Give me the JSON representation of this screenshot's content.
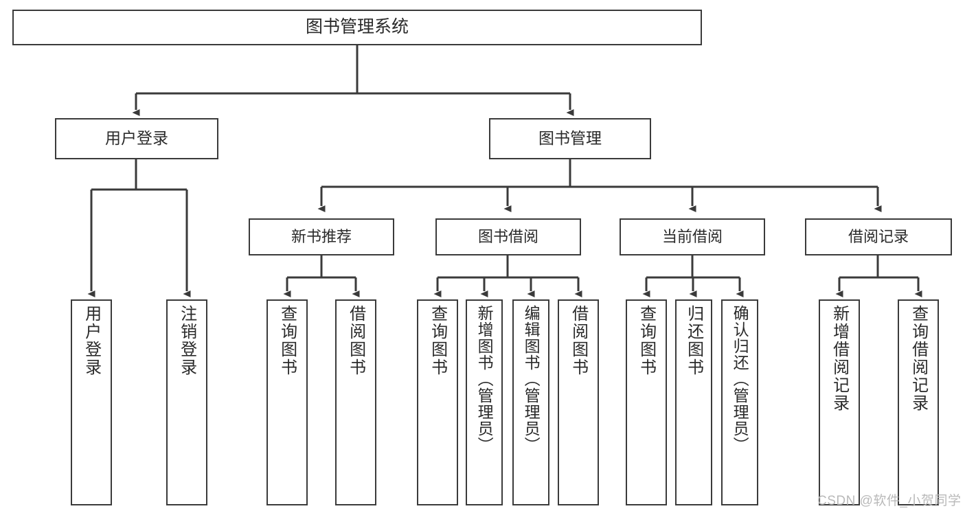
{
  "diagram": {
    "type": "tree",
    "title": "图书管理系统",
    "colors": {
      "background": "#ffffff",
      "node_border": "#3a3a3a",
      "node_fill": "#ffffff",
      "edge": "#3a3a3a",
      "text": "#2a2a2a",
      "watermark": "#b9b9b9"
    },
    "root": {
      "label": "图书管理系统"
    },
    "level1": [
      {
        "label": "用户登录"
      },
      {
        "label": "图书管理"
      }
    ],
    "level2": [
      {
        "label": "新书推荐"
      },
      {
        "label": "图书借阅"
      },
      {
        "label": "当前借阅"
      },
      {
        "label": "借阅记录"
      }
    ],
    "leaves": {
      "user_login": [
        {
          "label": "用户登录"
        },
        {
          "label": "注销登录"
        }
      ],
      "new_book_recommend": [
        {
          "label": "查询图书"
        },
        {
          "label": "借阅图书"
        }
      ],
      "book_borrow": [
        {
          "label": "查询图书"
        },
        {
          "label": "新增图书（管理员）"
        },
        {
          "label": "编辑图书（管理员）"
        },
        {
          "label": "借阅图书"
        }
      ],
      "current_borrow": [
        {
          "label": "查询图书"
        },
        {
          "label": "归还图书"
        },
        {
          "label": "确认归还（管理员）"
        }
      ],
      "borrow_record": [
        {
          "label": "新增借阅记录"
        },
        {
          "label": "查询借阅记录"
        }
      ]
    },
    "watermark": "CSDN @软件_小贺同学"
  }
}
